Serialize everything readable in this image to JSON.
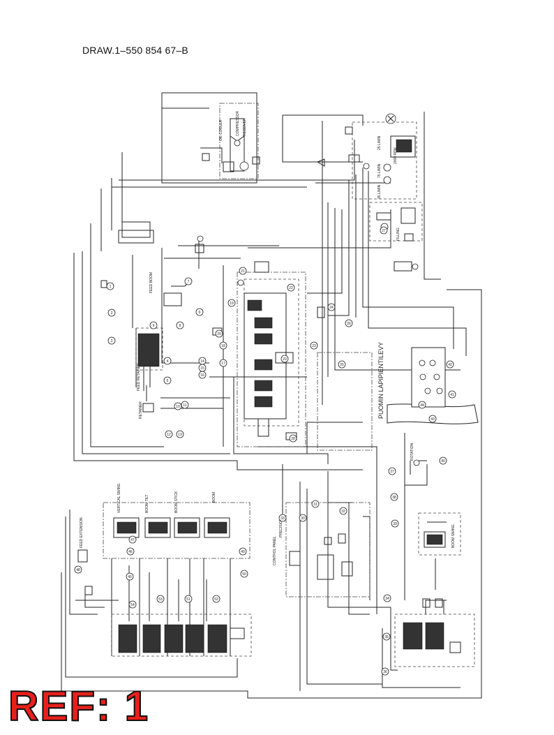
{
  "header": {
    "drawing_number": "DRAW.1–550 854 67–B"
  },
  "stamp": {
    "reference": "REF: 1"
  },
  "diagram": {
    "panel_title": "PUOMIN LAPIPIENTILEVY",
    "labels": {
      "oil_cooler": "OIL COOLER",
      "compressor": "COMPRESSOR",
      "receiver": "RECEIVER",
      "filling": "FILLING",
      "feed_boom": "FEED BOOM",
      "feed_retainer": "FEED RETAINER",
      "retainer": "RETAINER",
      "vertical_swing": "VERTICAL SWING",
      "boom_tilt": "BOOM TILT",
      "boom_stick": "BOOM STICK",
      "boom": "BOOM",
      "feed_extension": "FEED EXTENSION",
      "control_panel": "CONTROL PANEL",
      "precision": "PRECISION",
      "boom_swing": "BOOM SWING",
      "rotation": "ROTATION",
      "rpm": "2000 RPM",
      "bar_top": "25 L/MIN",
      "bar_mid": "75 L/MIN",
      "bar_low": "35 L/MIN"
    },
    "callouts": [
      "1",
      "2",
      "3",
      "4",
      "5",
      "6",
      "7",
      "8",
      "9",
      "10",
      "11",
      "12",
      "13",
      "14",
      "15",
      "16",
      "17",
      "18",
      "19",
      "20",
      "21",
      "22",
      "23",
      "24",
      "25",
      "26",
      "27",
      "28",
      "29",
      "30",
      "31",
      "32",
      "33",
      "34",
      "35",
      "36",
      "37",
      "38",
      "39",
      "40",
      "41",
      "42",
      "43",
      "44",
      "45",
      "46",
      "47",
      "48",
      "49",
      "50",
      "51",
      "52",
      "53",
      "54"
    ]
  }
}
